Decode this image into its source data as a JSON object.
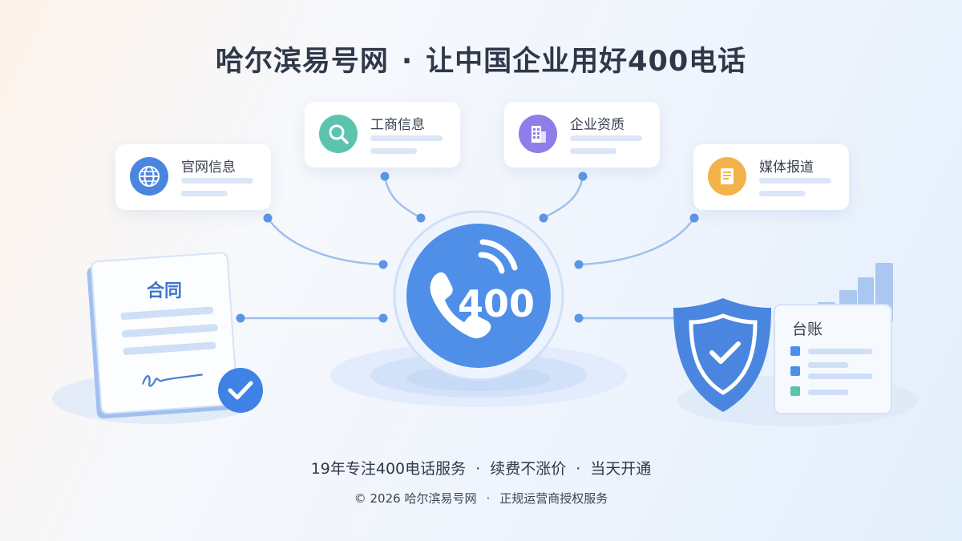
{
  "title": {
    "left": "哈尔滨易号网",
    "separator": "·",
    "right": "让中国企业用好400电话"
  },
  "cards": {
    "website": {
      "label": "官网信息",
      "icon": "globe-icon"
    },
    "business": {
      "label": "工商信息",
      "icon": "search-icon"
    },
    "qualification": {
      "label": "企业资质",
      "icon": "building-icon"
    },
    "media": {
      "label": "媒体报道",
      "icon": "document-icon"
    }
  },
  "center": {
    "number": "400",
    "icon": "phone-icon"
  },
  "contract": {
    "label": "合同",
    "icon": "checkmark-icon"
  },
  "ledger": {
    "label": "台账",
    "icon": "shield-check-icon"
  },
  "footer": {
    "line1": {
      "a": "19年专注400电话服务",
      "b": "续费不涨价",
      "c": "当天开通",
      "sep": "·"
    },
    "line2": {
      "a": "© 2026 哈尔滨易号网",
      "b": "正规运营商授权服务",
      "sep": "·"
    }
  },
  "colors": {
    "accent": "#4f8fe8",
    "globe": "#4a86e0",
    "search": "#5cc4ae",
    "building": "#8f7de8",
    "document": "#f3b24a"
  }
}
